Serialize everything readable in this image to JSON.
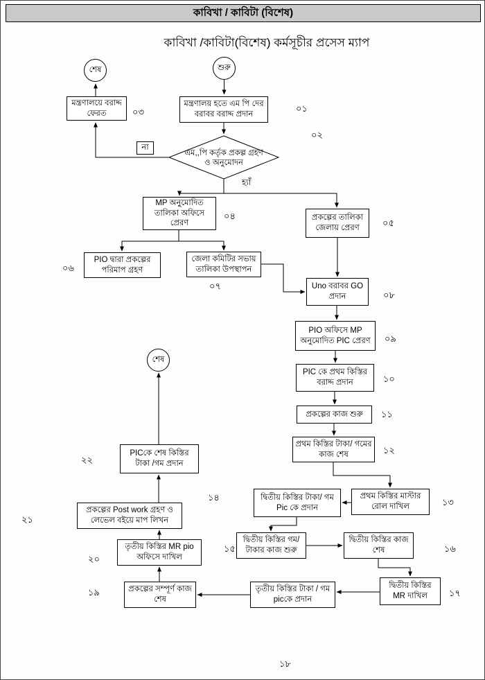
{
  "window": {
    "header": "কাবিখা / কাবিটা (বিশেষ)"
  },
  "title": "কাবিখা /কাবিটা(বিশেষ)  কর্মসূচীর প্রসেস ম্যাপ",
  "terminals": {
    "start": "শুরু",
    "end": "শেষ"
  },
  "decision_labels": {
    "yes": "হ্যাঁ",
    "no": "না"
  },
  "nodes": {
    "n01": {
      "label": "মন্ত্রণালয় হতে এম পি দের বরাবর বরাদ্দ প্রদান",
      "num": "০১"
    },
    "n02": {
      "label": "এম,,পি কর্তৃক প্রকল্প গ্রহণ ও অনুমোদন",
      "num": "০২"
    },
    "n03": {
      "label": "মন্ত্রণালয়ে বরাদ্দ ফেরত",
      "num": "০৩"
    },
    "n04": {
      "label": "MP অনুমোদিত তালিকা অফিসে প্রেরণ",
      "num": "০৪"
    },
    "n05": {
      "label": "প্রকল্পের তালিকা জেলায় প্রেরণ",
      "num": "০৫"
    },
    "n06": {
      "label": "PIO দ্বারা প্রকল্পের পরিমাপ গ্রহণ",
      "num": "০৬"
    },
    "n07": {
      "label": "জেলা কমিটির সভায় তালিকা উপস্থাপন",
      "num": "০৭"
    },
    "n08": {
      "label": "Uno বরাবর GO প্রদান",
      "num": "০৮"
    },
    "n09": {
      "label": "PIO অফিসে MP অনুমোদিত PIC প্রেরণ",
      "num": "০৯"
    },
    "n10": {
      "label": "PIC কে প্রথম কিস্তির বরাদ্দ প্রদান",
      "num": "১০"
    },
    "n11": {
      "label": "প্রকল্পের কাজ শুরু",
      "num": "১১"
    },
    "n12": {
      "label": "প্রথম কিস্তির টাকা/ গমের কাজ শেষ",
      "num": "১২"
    },
    "n13": {
      "label": "প্রথম কিস্তির মাস্টার রোল দাখিল",
      "num": "১৩"
    },
    "n14": {
      "label": "দ্বিতীয় কিস্তির টাকা/ গম Pic কে প্রদান",
      "num": "১৪"
    },
    "n15": {
      "label": "দ্বিতীয় কিস্তির গম/ টাকার কাজ শুরু",
      "num": "১৫"
    },
    "n16": {
      "label": "দ্বিতীয় কিস্তির কাজ শেষ",
      "num": "১৬"
    },
    "n17": {
      "label": "দ্বিতীয় কিস্তির MR দাখিল",
      "num": "১৭"
    },
    "n18": {
      "label": "তৃতীয় কিস্তির টাকা / গম picকে প্রদান",
      "num": "১৮"
    },
    "n19": {
      "label": "প্রকল্পের সম্পূর্ণ কাজ শেষ",
      "num": "১৯"
    },
    "n20": {
      "label": "তৃতীয় কিস্তির MR pio অফিসে দাখিল",
      "num": "২০"
    },
    "n21": {
      "label": "প্রকল্পের Post work গ্রহণ ও লেভেল বইয়ে মাপ লিখন",
      "num": "২১"
    },
    "n22": {
      "label": "PICকে শেষ কিস্তির টাকা /গম প্রদান",
      "num": "২২"
    }
  }
}
